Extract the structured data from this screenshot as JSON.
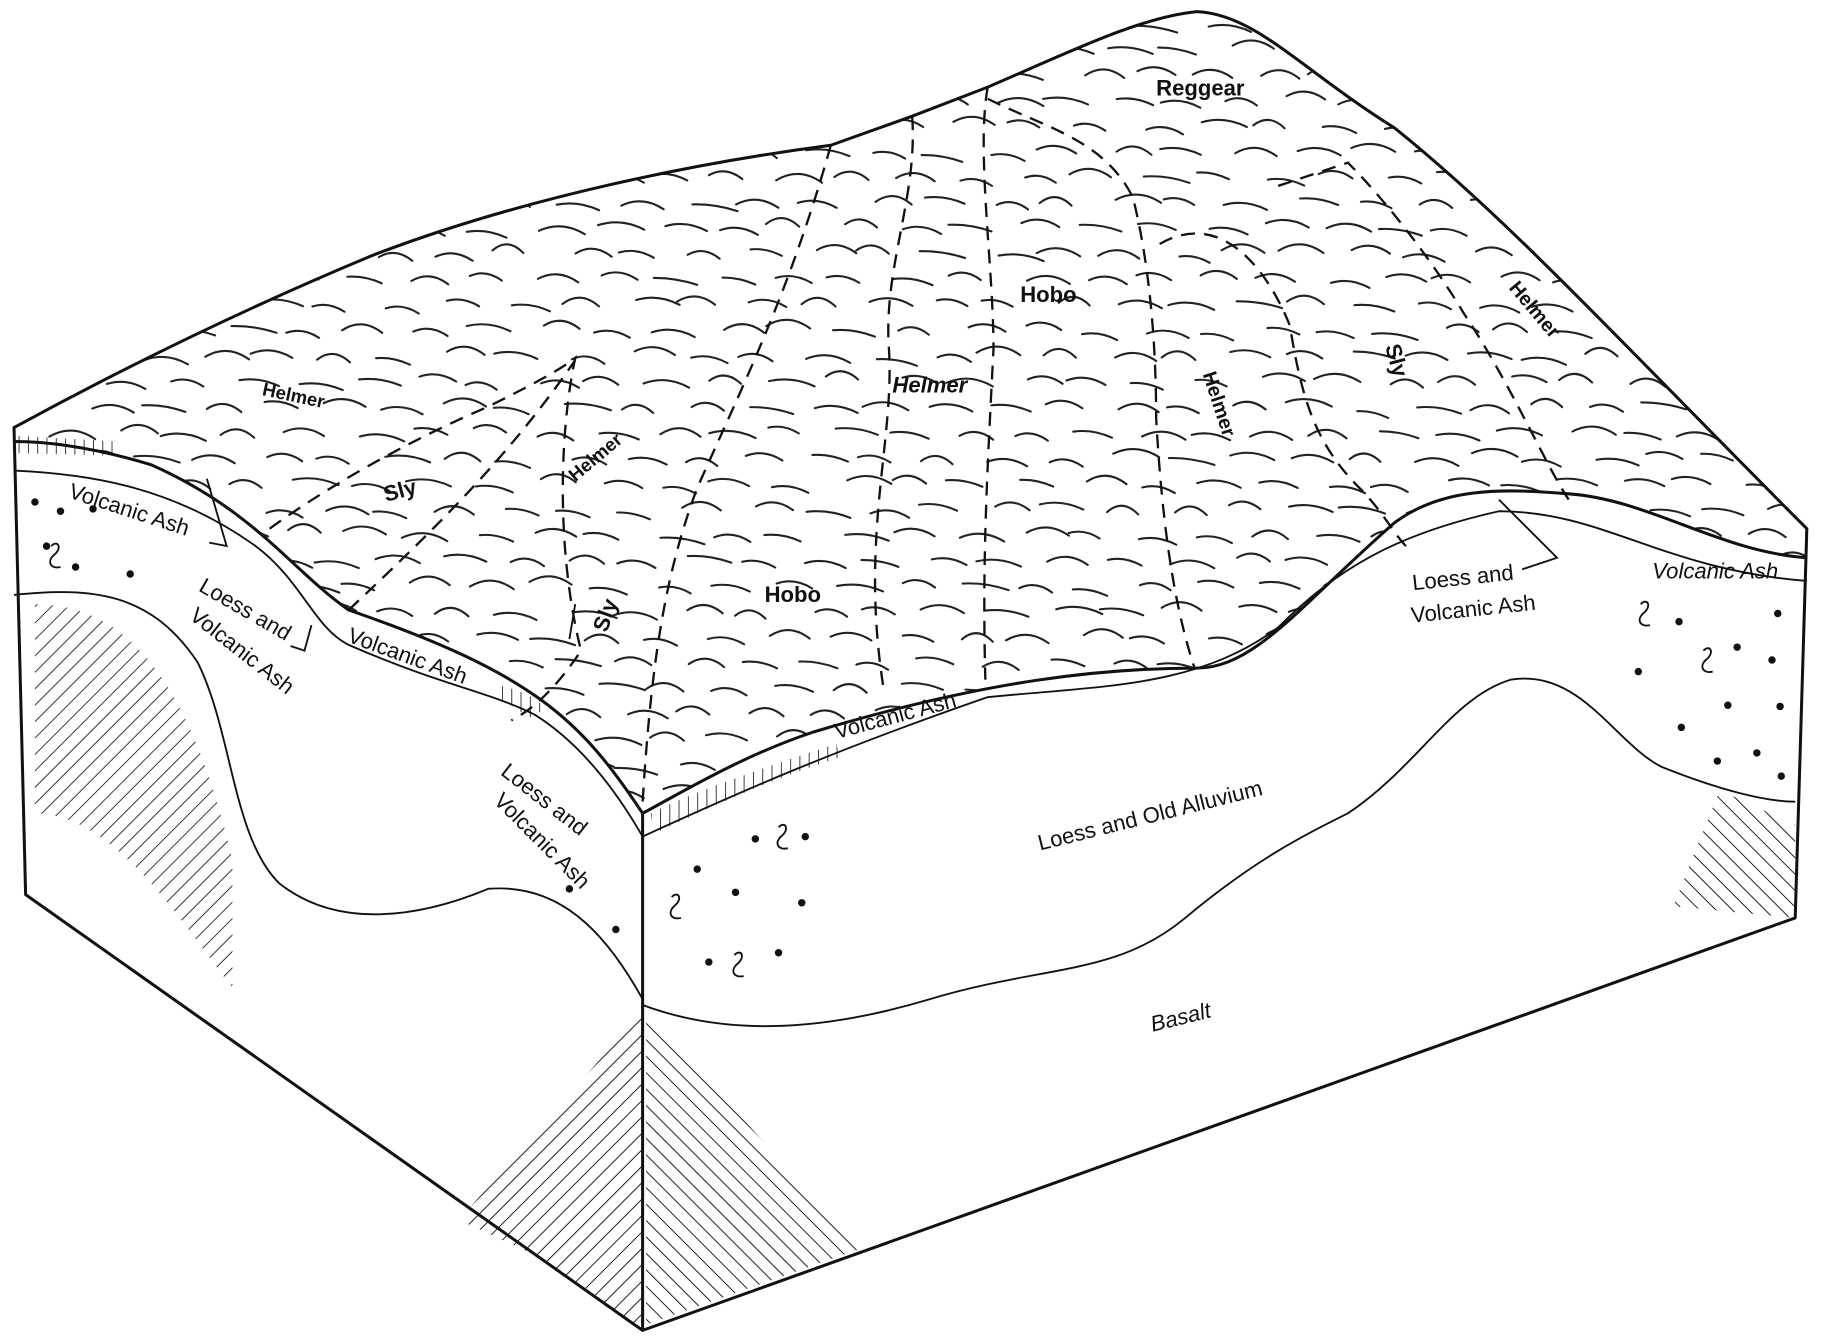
{
  "diagram": {
    "soil_labels": {
      "reggear": "Reggear",
      "hobo_top": "Hobo",
      "hobo_front": "Hobo",
      "helmer_left": "Helmer",
      "helmer_left_slope": "Helmer",
      "helmer_center": "Helmer",
      "helmer_right_slope": "Helmer",
      "helmer_far_right": "Helmer",
      "sly_left": "Sly",
      "sly_front": "Sly",
      "sly_right": "Sly"
    },
    "layer_labels": {
      "volcanic_ash_left": "Volcanic Ash",
      "volcanic_ash_left_valley": "Volcanic Ash",
      "volcanic_ash_front": "Volcanic Ash",
      "volcanic_ash_right": "Volcanic Ash",
      "loess_ash_left_1": "Loess and",
      "loess_ash_left_2": "Volcanic Ash",
      "loess_ash_mid_1": "Loess and",
      "loess_ash_mid_2": "Volcanic Ash",
      "loess_ash_right_1": "Loess and",
      "loess_ash_right_2": "Volcanic Ash",
      "loess_alluvium": "Loess and Old Alluvium",
      "basalt": "Basalt"
    }
  }
}
